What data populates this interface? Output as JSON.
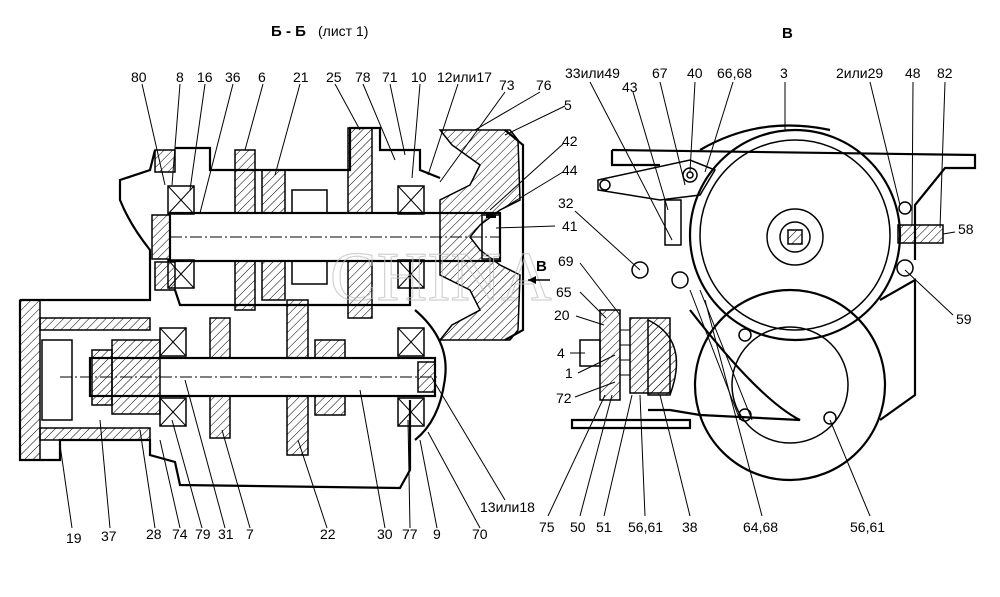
{
  "titles": {
    "section_bb": "Б - Б",
    "section_bb_sheet": "(лист 1)",
    "view_v": "В",
    "arrow_v": "В"
  },
  "labels": {
    "l80": "80",
    "l8": "8",
    "l16": "16",
    "l36": "36",
    "l6": "6",
    "l21": "21",
    "l25": "25",
    "l78": "78",
    "l71": "71",
    "l10": "10",
    "l12_17": "12или17",
    "l73": "73",
    "l76": "76",
    "l5": "5",
    "l42": "42",
    "l44": "44",
    "l41": "41",
    "l19": "19",
    "l37": "37",
    "l28": "28",
    "l74": "74",
    "l79": "79",
    "l31": "31",
    "l7": "7",
    "l22": "22",
    "l30": "30",
    "l77": "77",
    "l9": "9",
    "l70": "70",
    "l13_18": "13или18",
    "l33_49": "33или49",
    "l43": "43",
    "l67": "67",
    "l40": "40",
    "l66_68": "66,68",
    "l3": "3",
    "l2_29": "2или29",
    "l48": "48",
    "l82": "82",
    "l58": "58",
    "l59": "59",
    "l32": "32",
    "l69": "69",
    "l65": "65",
    "l20": "20",
    "l4": "4",
    "l1": "1",
    "l72": "72",
    "l75": "75",
    "l50": "50",
    "l51": "51",
    "l56_61a": "56,61",
    "l38": "38",
    "l64_68": "64,68",
    "l56_61b": "56,61"
  }
}
